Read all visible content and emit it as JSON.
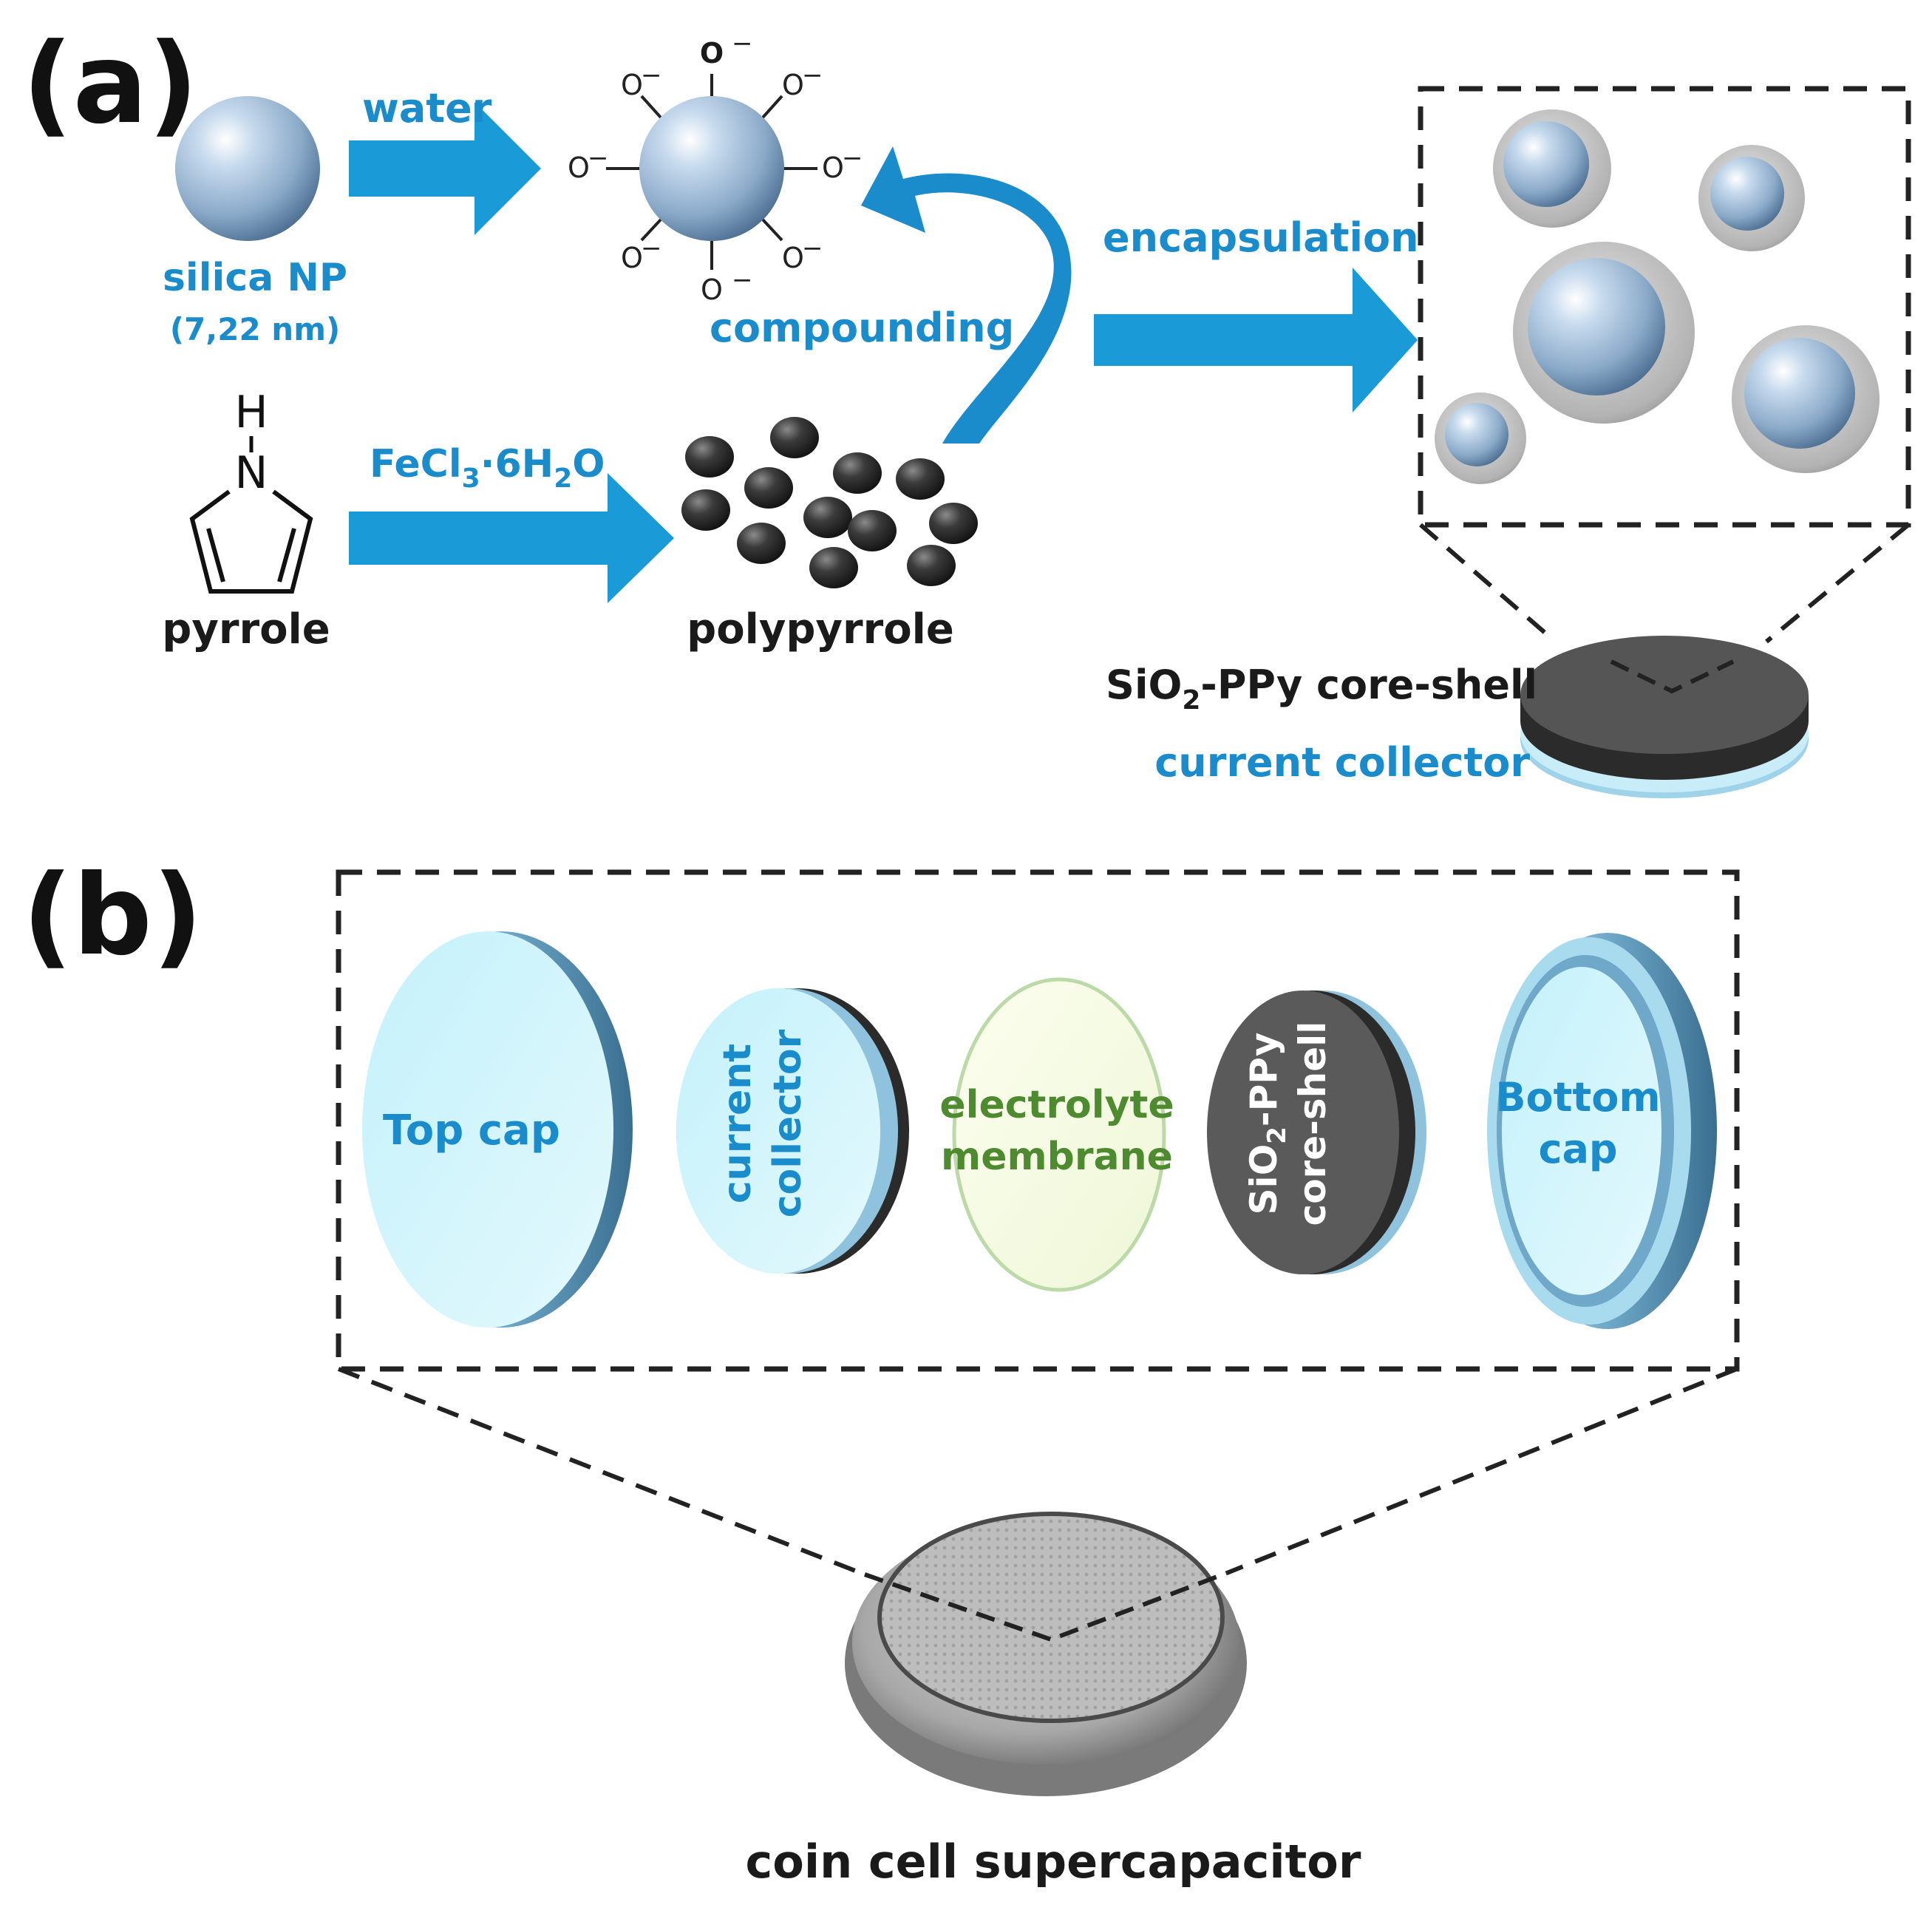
{
  "panels": {
    "a": "(a)",
    "b": "(b)"
  },
  "panel_a": {
    "silica_label": "silica NP",
    "silica_size": "(7,22 nm)",
    "water_label": "water",
    "charge_label": "O",
    "charge_sign": "−",
    "compounding_label": "compounding",
    "encapsulation_label": "encapsulation",
    "pyrrole_h": "H",
    "pyrrole_n": "N",
    "pyrrole_label": "pyrrole",
    "oxidant_fecl": "FeCl",
    "oxidant_sub3": "3",
    "oxidant_dot": "·6H",
    "oxidant_sub2": "2",
    "oxidant_o": "O",
    "polypyrrole_label": "polypyrrole",
    "coreshell_sio": "SiO",
    "coreshell_sub": "2",
    "coreshell_rest": "-PPy core-shell",
    "collector_label": "current collector"
  },
  "panel_b": {
    "top_cap": "Top cap",
    "collector_line1": "current",
    "collector_line2": "collector",
    "membrane_line1": "electrolyte",
    "membrane_line2": "membrane",
    "coreshell_sio": "SiO",
    "coreshell_sub": "2",
    "coreshell_rest": "-PPy",
    "coreshell_line2": "core-shell",
    "bottom_line1": "Bottom",
    "bottom_line2": "cap",
    "coin_label": "coin cell supercapacitor"
  },
  "colors": {
    "accent_blue": "#1a8ccc",
    "membrane_green": "#4e8a2f",
    "cap_light_blue": "#cdf3fb",
    "ppy_dark": "#3a3a3a"
  }
}
